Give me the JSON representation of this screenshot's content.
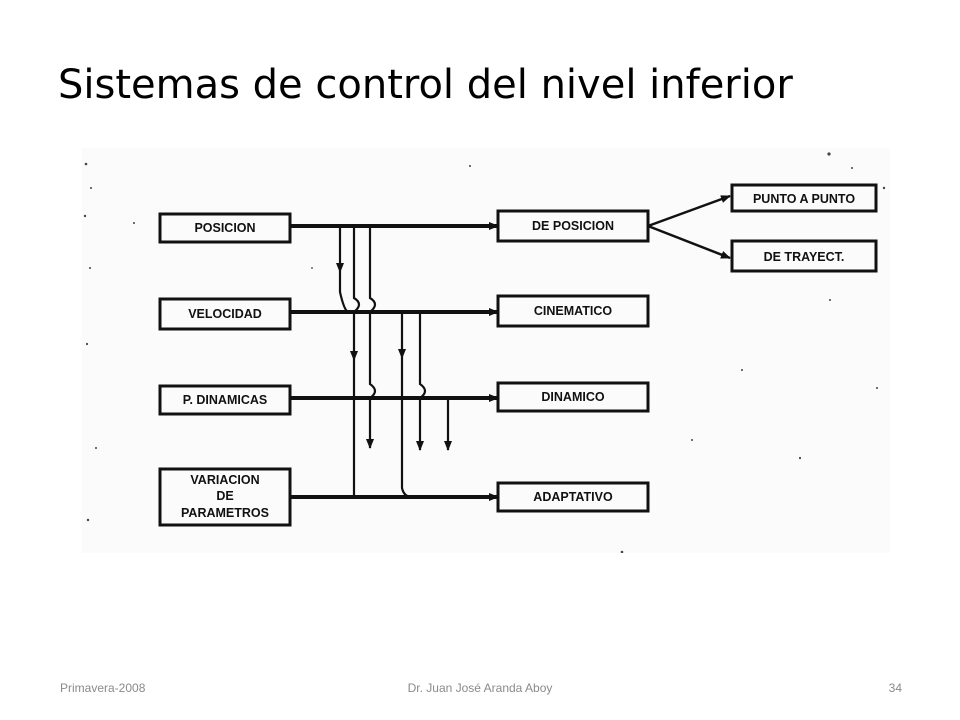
{
  "slide": {
    "title": "Sistemas de control del nivel inferior",
    "footer": {
      "left": "Primavera-2008",
      "center": "Dr. Juan José Aranda Aboy",
      "right": "34"
    }
  },
  "diagram": {
    "inputs": {
      "posicion": "POSICION",
      "velocidad": "VELOCIDAD",
      "dinamicas": "P. DINAMICAS",
      "variacion": [
        "VARIACION",
        "DE",
        "PARAMETROS"
      ]
    },
    "outputs": {
      "posicion": "DE POSICION",
      "cinematico": "CINEMATICO",
      "dinamico": "DINAMICO",
      "adaptativo": "ADAPTATIVO"
    },
    "branches": {
      "punto": "PUNTO A PUNTO",
      "trayect": "DE TRAYECT."
    }
  }
}
